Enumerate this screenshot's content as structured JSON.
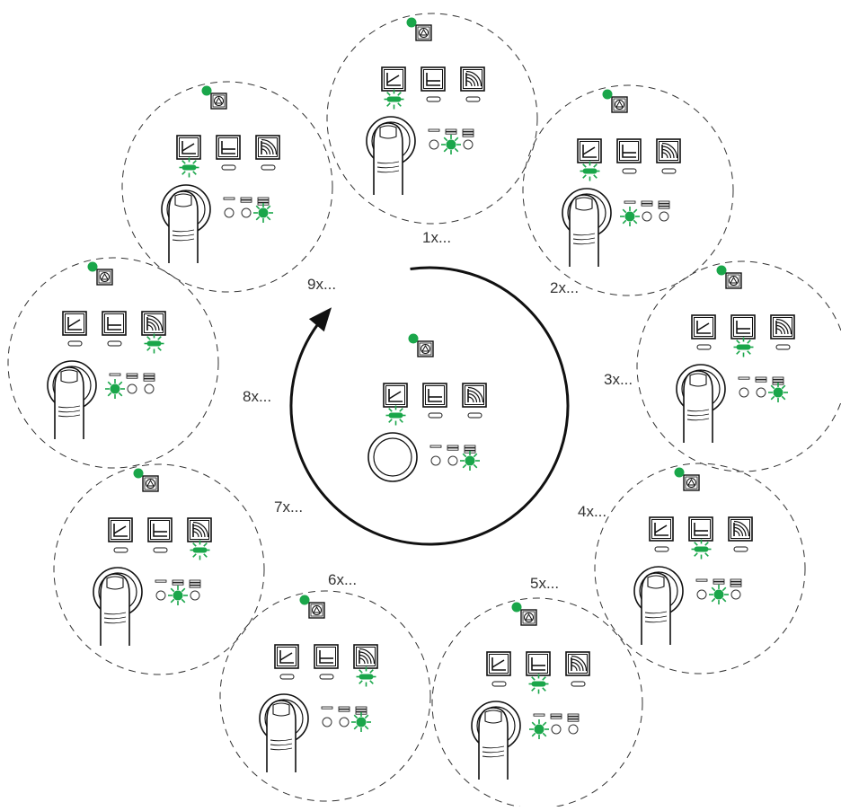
{
  "colors": {
    "led_on": "#1aa64a",
    "line": "#111111",
    "dash": "#333333",
    "led_off": "#333333"
  },
  "center": {
    "mode_index": 0,
    "level_index": 2
  },
  "steps": [
    {
      "label": "1x...",
      "mode_index": 0,
      "level_index": 1
    },
    {
      "label": "2x...",
      "mode_index": 0,
      "level_index": 0
    },
    {
      "label": "3x...",
      "mode_index": 1,
      "level_index": 2
    },
    {
      "label": "4x...",
      "mode_index": 1,
      "level_index": 1
    },
    {
      "label": "5x...",
      "mode_index": 1,
      "level_index": 0
    },
    {
      "label": "6x...",
      "mode_index": 2,
      "level_index": 2
    },
    {
      "label": "7x...",
      "mode_index": 2,
      "level_index": 1
    },
    {
      "label": "8x...",
      "mode_index": 2,
      "level_index": 0
    },
    {
      "label": "9x...",
      "mode_index": 0,
      "level_index": 2
    }
  ],
  "icons": {
    "mode_icons": [
      "curve-constant-pressure-icon",
      "curve-constant-speed-icon",
      "curve-proportional-pressure-icon"
    ],
    "pump_icon": "pump-symbol-icon",
    "level_icons": [
      "level-1-bar-icon",
      "level-2-bar-icon",
      "level-3-bar-icon"
    ],
    "hand": "finger-press-icon",
    "cycle_arrow": "cycle-arrow-icon"
  }
}
